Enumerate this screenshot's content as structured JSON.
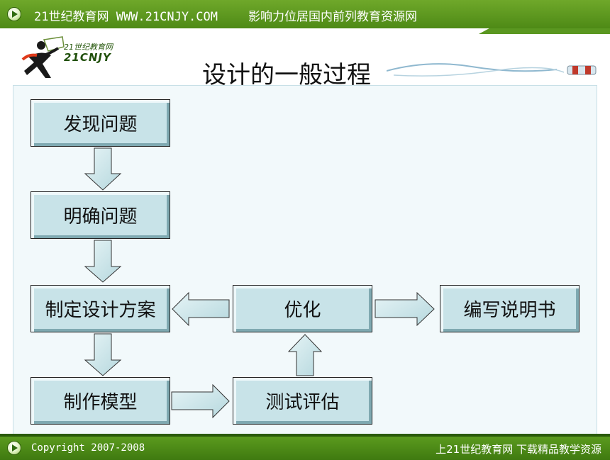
{
  "header": {
    "site": "21世纪教育网 WWW.21CNJY.COM",
    "slogan": "影响力位居国内前列教育资源网",
    "logo_top": "21世纪教育网",
    "logo_bottom": "21CNJY"
  },
  "slide": {
    "title": "设计的一般过程"
  },
  "flow": {
    "discover": "发现问题",
    "clarify": "明确问题",
    "plan": "制定设计方案",
    "model": "制作模型",
    "test": "测试评估",
    "optimize": "优化",
    "manual": "编写说明书"
  },
  "footer": {
    "copyright": "Copyright 2007-2008",
    "right_text": "上21世纪教育网 下载精品教学资源"
  },
  "colors": {
    "bar_green": "#4e8a16",
    "box_fill": "#c8e3e8",
    "frame_fill": "#f2f9fb"
  }
}
